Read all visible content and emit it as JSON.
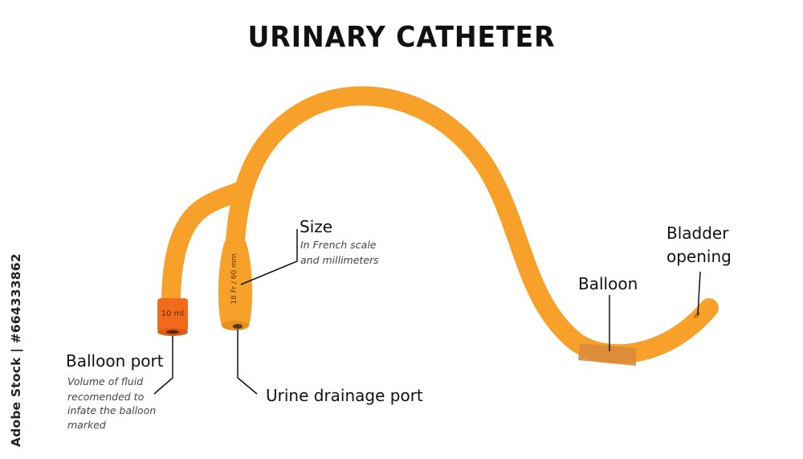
{
  "title": "URINARY CATHETER",
  "labels": {
    "size": "Size",
    "size_desc_1": "In French scale",
    "size_desc_2": "and millimeters",
    "bladder_1": "Bladder",
    "bladder_2": "opening",
    "balloon": "Balloon",
    "balloon_port": "Balloon port",
    "balloon_port_desc": [
      "Volume of fluid",
      "recomended to",
      "infate the balloon",
      "marked"
    ],
    "urine_port": "Urine drainage port",
    "port_volume": "10 ml",
    "port_size": "18 Fr / 60 mm"
  },
  "watermark": "Adobe Stock | #664333862",
  "colors": {
    "tube": "#F7A12A",
    "balloon_cap": "#F26A1B",
    "balloon_band": "#D98B3A",
    "text": "#111111"
  }
}
